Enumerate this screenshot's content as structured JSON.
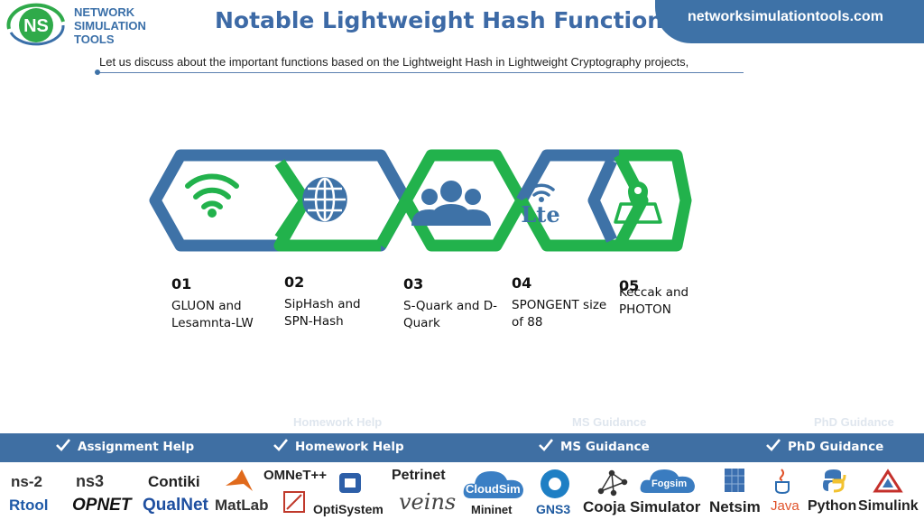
{
  "logo": {
    "initials": "NS",
    "line1": "NETWORK",
    "line2": "SIMULATION",
    "line3": "TOOLS"
  },
  "header": {
    "title": "Notable Lightweight Hash Functions",
    "site": "networksimulationtools.com"
  },
  "intro": "Let us discuss about the important functions based on the Lightweight Hash in Lightweight Cryptography projects,",
  "steps": [
    {
      "num": "01",
      "text": "GLUON and Lesamnta-LW",
      "icon": "wifi-icon"
    },
    {
      "num": "02",
      "text": "SipHash and SPN-Hash",
      "icon": "globe-icon"
    },
    {
      "num": "03",
      "text": "S-Quark and D-Quark",
      "icon": "users-icon"
    },
    {
      "num": "04",
      "text": "SPONGENT size of 88",
      "icon": "lte-icon"
    },
    {
      "num": "05",
      "text": "Keccak and PHOTON",
      "icon": "map-pin-icon"
    }
  ],
  "lte_label": "Lte",
  "nav": [
    "Assignment Help",
    "Homework Help",
    "MS Guidance",
    "PhD Guidance"
  ],
  "tools": [
    "ns-2",
    "ns3",
    "Contiki",
    "OMNeT++",
    "Petrinet",
    "Rtool",
    "OPNET",
    "QualNet",
    "MatLab",
    "OptiSystem",
    "veins",
    "CloudSim",
    "Mininet",
    "GNS3",
    "Cooja Simulator",
    "Fogsim",
    "Netsim",
    "Java",
    "Python",
    "Simulink"
  ],
  "colors": {
    "blue": "#3e72a7",
    "green": "#22b24c"
  }
}
